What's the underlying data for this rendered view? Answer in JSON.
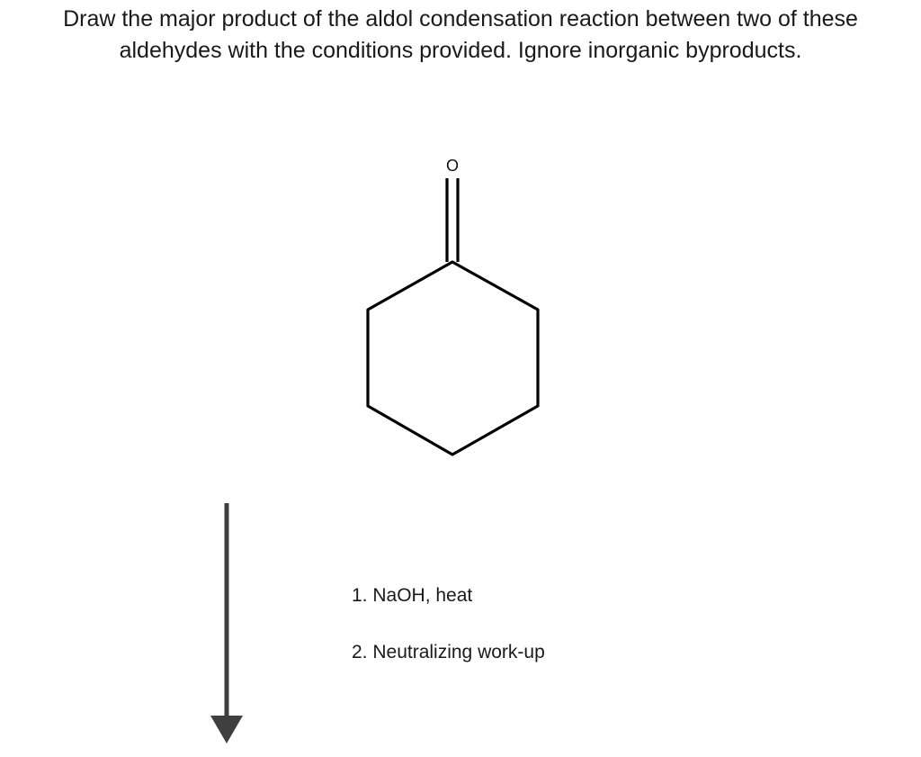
{
  "question": {
    "line1": "Draw the major product of the aldol condensation reaction between two of these",
    "line2": "aldehydes with the conditions provided. Ignore inorganic byproducts."
  },
  "reactant": {
    "name": "cyclohexanone",
    "atom_label": "O"
  },
  "reaction_arrow": {
    "direction": "down",
    "color": "#3f3f3f"
  },
  "conditions": [
    {
      "label": "1. NaOH, heat"
    },
    {
      "label": "2. Neutralizing work-up"
    }
  ],
  "colors": {
    "text": "#1a1a1a",
    "bond": "#000000",
    "arrow": "#3f3f3f",
    "background": "#ffffff"
  }
}
